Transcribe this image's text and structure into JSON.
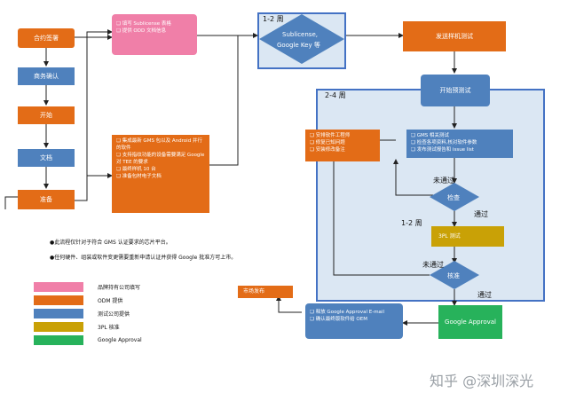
{
  "flow": {
    "contract": "合约签署",
    "business_confirm": "商务确认",
    "start": "开始",
    "docs": "文档",
    "prepare": "准备",
    "send_prototype": "发送样机测试",
    "start_pretest": "开始预测试",
    "check": "检查",
    "approve": "核准",
    "market_release": "市场发布",
    "google_approval": "Google Approval",
    "sublicense_line1": "Sublicense,",
    "sublicense_line2": "Google Key 等",
    "weeks_top": "1-2 周",
    "weeks_mid": "2-4 周",
    "weeks_lower": "1-2 周",
    "not_pass_1": "未通过",
    "pass_1": "通过",
    "not_pass_2": "未通过",
    "pass_2": "通过",
    "threepl_test": "3PL 测试"
  },
  "lists": {
    "pink": [
      "填写 Sublicense 表格",
      "提供 ODD 文档信息"
    ],
    "prep": [
      "集成最新 GMS 包以及 Android 并行的软件",
      "支持指纹功能的设备需要满足 Google 对 TEE 的要求",
      "最终样机 10 台",
      "准备包材电子文档"
    ],
    "fix": [
      "安排软件工程师",
      "修复已知问题",
      "安装修改备注"
    ],
    "gms": [
      "GMS 相关测试",
      "检查各项资料,核对软件参数",
      "发布测试报告和 issue list"
    ],
    "publish": [
      "释放 Google Approval E-mail",
      "确认最终版软件给 OEM"
    ]
  },
  "notes": [
    "此流程仅针对于符合 GMS 认证要求的芯片平台。",
    "任何硬件、组装或软件变更需要重新申请认证并获得 Google 批准方可上市。"
  ],
  "legend": [
    {
      "label": "品牌持有公司填写",
      "color": "#f07fa8"
    },
    {
      "label": "ODM 提供",
      "color": "#e36c17"
    },
    {
      "label": "测试公司提供",
      "color": "#4f81bd"
    },
    {
      "label": "3PL 核准",
      "color": "#c9a106"
    },
    {
      "label": "Google Approval",
      "color": "#27b25b"
    }
  ],
  "watermark": "知乎 @深圳深光",
  "colors": {
    "orange": "#e36c17",
    "blue": "#4f81bd",
    "pink": "#f07fa8",
    "gold": "#c9a106",
    "green": "#27b25b"
  }
}
